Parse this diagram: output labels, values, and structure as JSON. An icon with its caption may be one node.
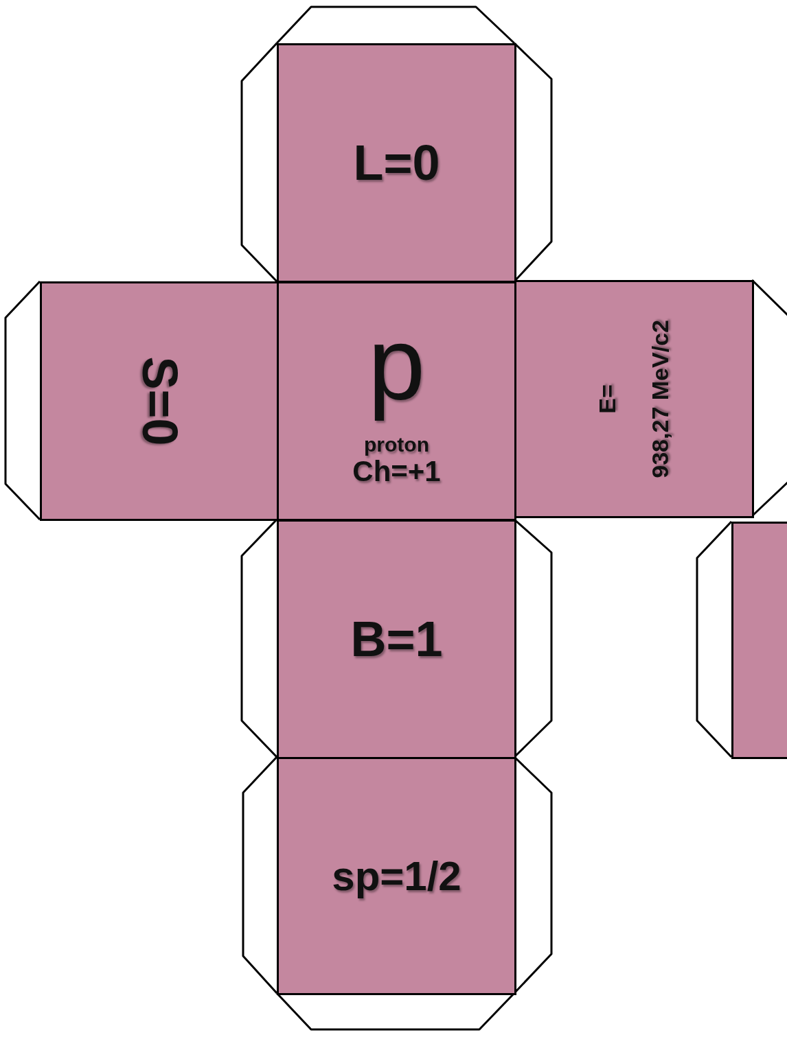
{
  "diagram": {
    "nodes": [
      {
        "text": [
          "L=0"
        ]
      },
      {
        "text": [
          "S=0"
        ]
      },
      {
        "text": [
          "p",
          "proton",
          "Ch=+1"
        ]
      },
      {
        "text": [
          "E=",
          "938,27 MeV/c2"
        ]
      },
      {
        "text": [
          "B=1"
        ]
      },
      {
        "text": [
          "sp=1/2"
        ]
      },
      {
        "text": [],
        "shape": "box"
      }
    ]
  }
}
